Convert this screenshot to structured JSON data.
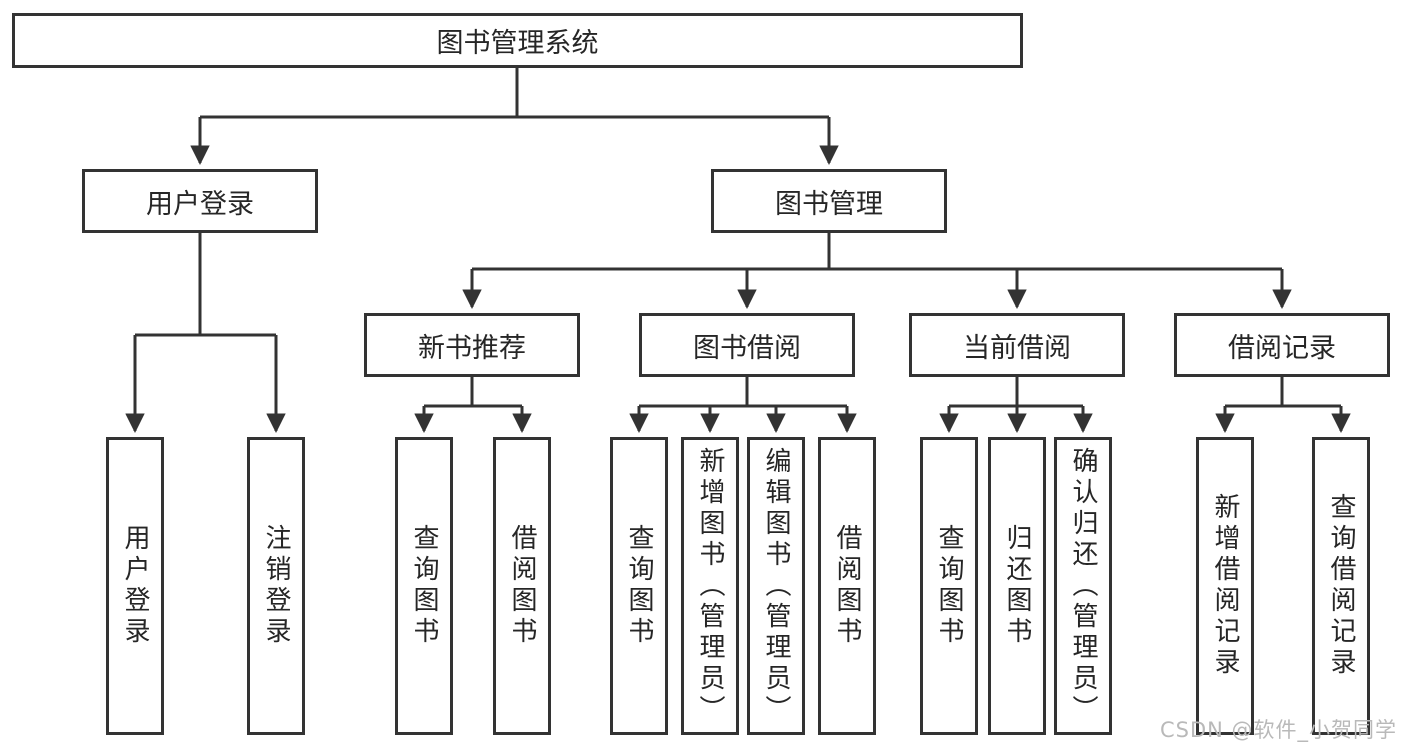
{
  "diagram": {
    "root": {
      "label": "图书管理系统"
    },
    "level2": [
      {
        "label": "用户登录"
      },
      {
        "label": "图书管理"
      }
    ],
    "level3": [
      {
        "label": "新书推荐"
      },
      {
        "label": "图书借阅"
      },
      {
        "label": "当前借阅"
      },
      {
        "label": "借阅记录"
      }
    ],
    "leaves": [
      {
        "label": "用户登录",
        "parent": "用户登录"
      },
      {
        "label": "注销登录",
        "parent": "用户登录"
      },
      {
        "label": "查询图书",
        "parent": "新书推荐"
      },
      {
        "label": "借阅图书",
        "parent": "新书推荐"
      },
      {
        "label": "查询图书",
        "parent": "图书借阅"
      },
      {
        "label": "新增图书（管理员）",
        "parent": "图书借阅"
      },
      {
        "label": "编辑图书（管理员）",
        "parent": "图书借阅"
      },
      {
        "label": "借阅图书",
        "parent": "图书借阅"
      },
      {
        "label": "查询图书",
        "parent": "当前借阅"
      },
      {
        "label": "归还图书",
        "parent": "当前借阅"
      },
      {
        "label": "确认归还（管理员）",
        "parent": "当前借阅"
      },
      {
        "label": "新增借阅记录",
        "parent": "借阅记录"
      },
      {
        "label": "查询借阅记录",
        "parent": "借阅记录"
      }
    ],
    "watermark": "CSDN @软件_小贺同学",
    "colors": {
      "line": "#333333",
      "text": "#262626",
      "box_background": "#ffffff",
      "watermark": "#b9b9b9"
    }
  }
}
